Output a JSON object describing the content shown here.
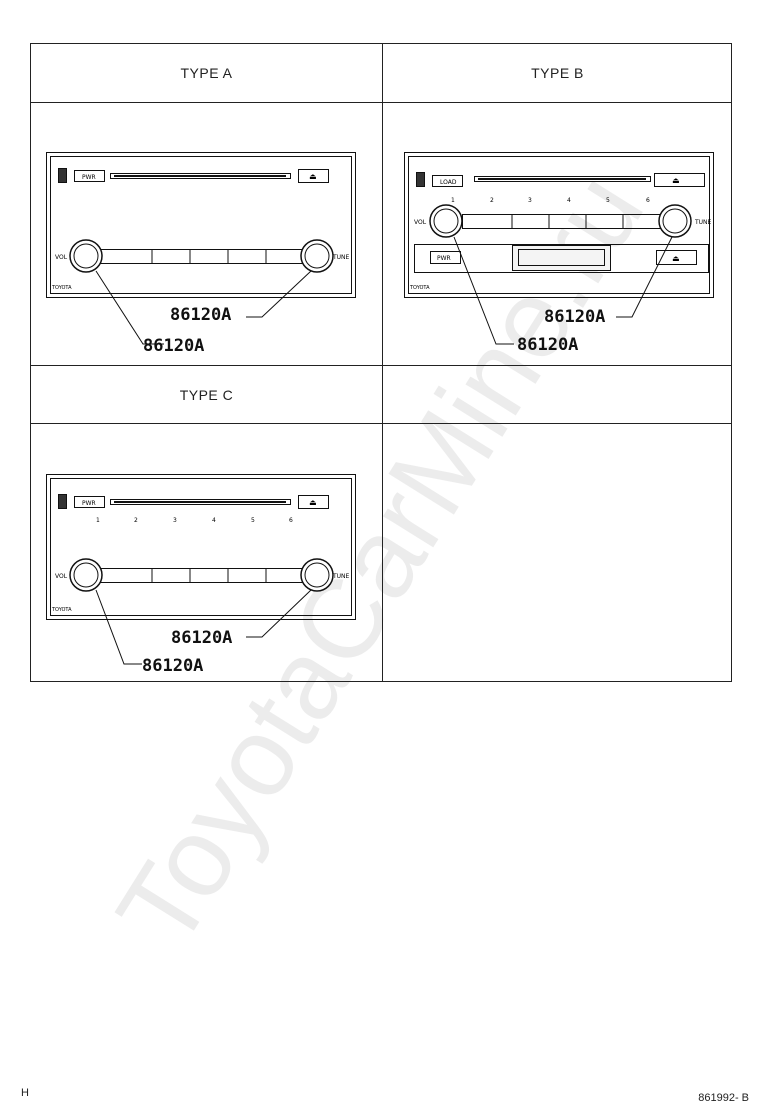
{
  "page": {
    "footer_left": "H",
    "footer_right": "861992- B",
    "watermark": "ToyotaCarMine.ru"
  },
  "panels": {
    "type_a": {
      "title": "TYPE A",
      "part_upper": "86120A",
      "part_lower": "86120A"
    },
    "type_b": {
      "title": "TYPE B",
      "part_upper": "86120A",
      "part_lower": "86120A"
    },
    "type_c": {
      "title": "TYPE C",
      "part_upper": "86120A",
      "part_lower": "86120A"
    }
  },
  "radio": {
    "pwr_label": "PWR",
    "load_label": "LOAD",
    "vol_label": "VOL",
    "tune_label": "TUNE",
    "eject_symbol": "⏏",
    "brand": "TOYOTA",
    "presets": [
      "1",
      "2",
      "3",
      "4",
      "5",
      "6"
    ]
  }
}
